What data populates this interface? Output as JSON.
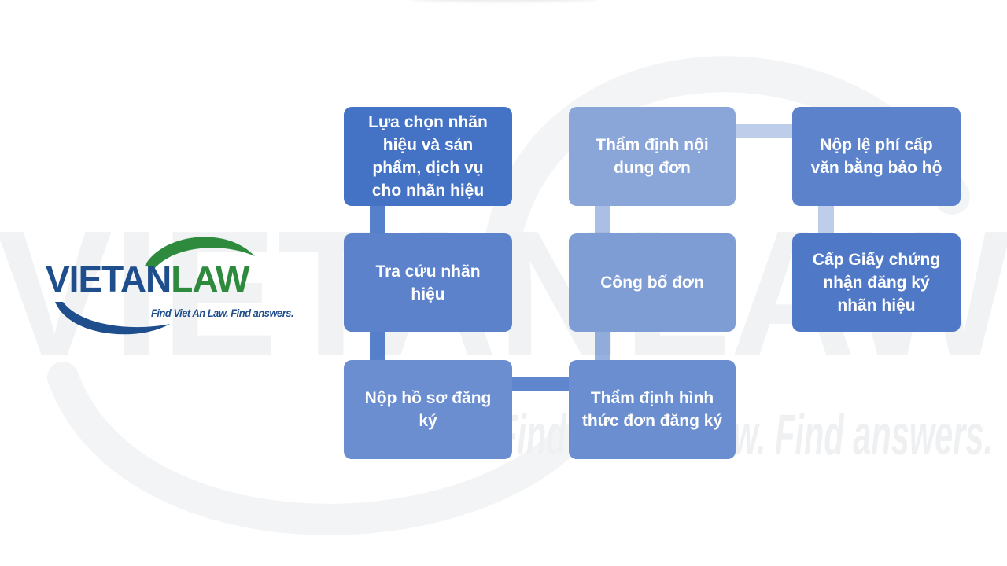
{
  "watermark": {
    "big_text": "VIETANLAW",
    "tagline": "Find Viet An Law. Find answers."
  },
  "logo": {
    "part1": "VIETAN",
    "part2": "LAW",
    "tagline": "Find Viet An Law. Find answers.",
    "colors": {
      "blue": "#1f4e8c",
      "green": "#2e8b3e"
    }
  },
  "process": {
    "accent_color": "#4472c4",
    "steps": [
      "Lựa chọn nhãn hiệu và sản phẩm, dịch vụ cho nhãn hiệu",
      "Tra cứu nhãn hiệu",
      "Nộp hồ sơ đăng ký",
      "Thẩm định hình thức đơn đăng ký",
      "Công bố đơn",
      "Thẩm định nội dung đơn",
      "Nộp lệ phí cấp văn bằng bảo hộ",
      "Cấp Giấy chứng nhận đăng ký nhãn hiệu"
    ]
  }
}
